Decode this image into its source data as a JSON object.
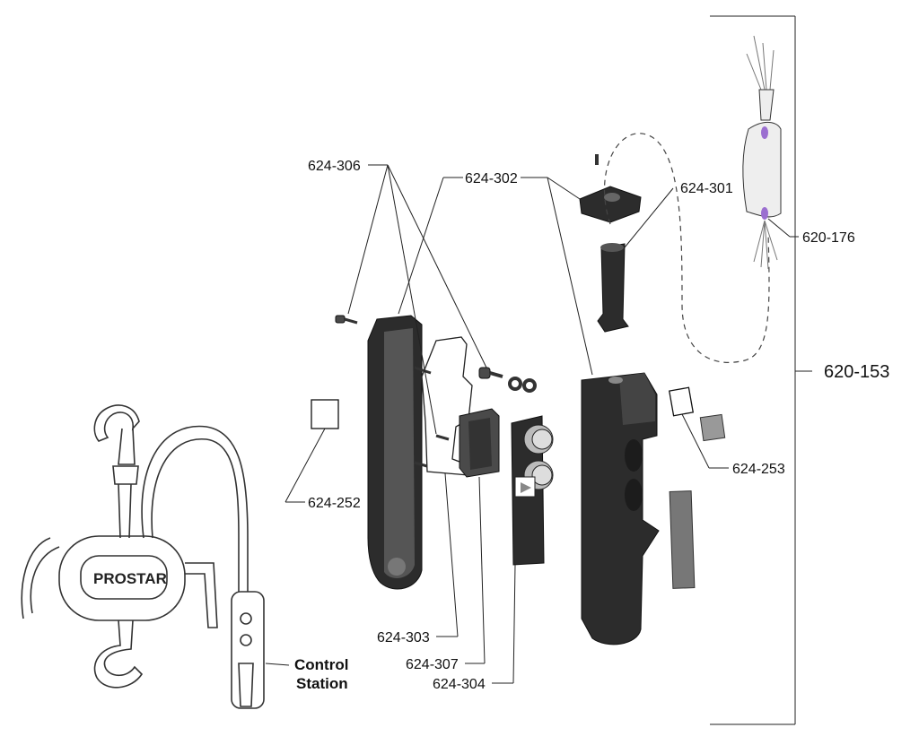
{
  "part_labels": {
    "p624_306": "624-306",
    "p624_302": "624-302",
    "p624_301": "624-301",
    "p620_176": "620-176",
    "p620_153": "620-153",
    "p624_253": "624-253",
    "p624_252": "624-252",
    "p624_303": "624-303",
    "p624_307": "624-307",
    "p624_304": "624-304"
  },
  "hoist": {
    "brand": "PROSTAR",
    "callout_line1": "Control",
    "callout_line2": "Station"
  },
  "colors": {
    "ink": "#111111",
    "housing": "#2c2c2c",
    "wire_accent": "#9b6fd0"
  }
}
